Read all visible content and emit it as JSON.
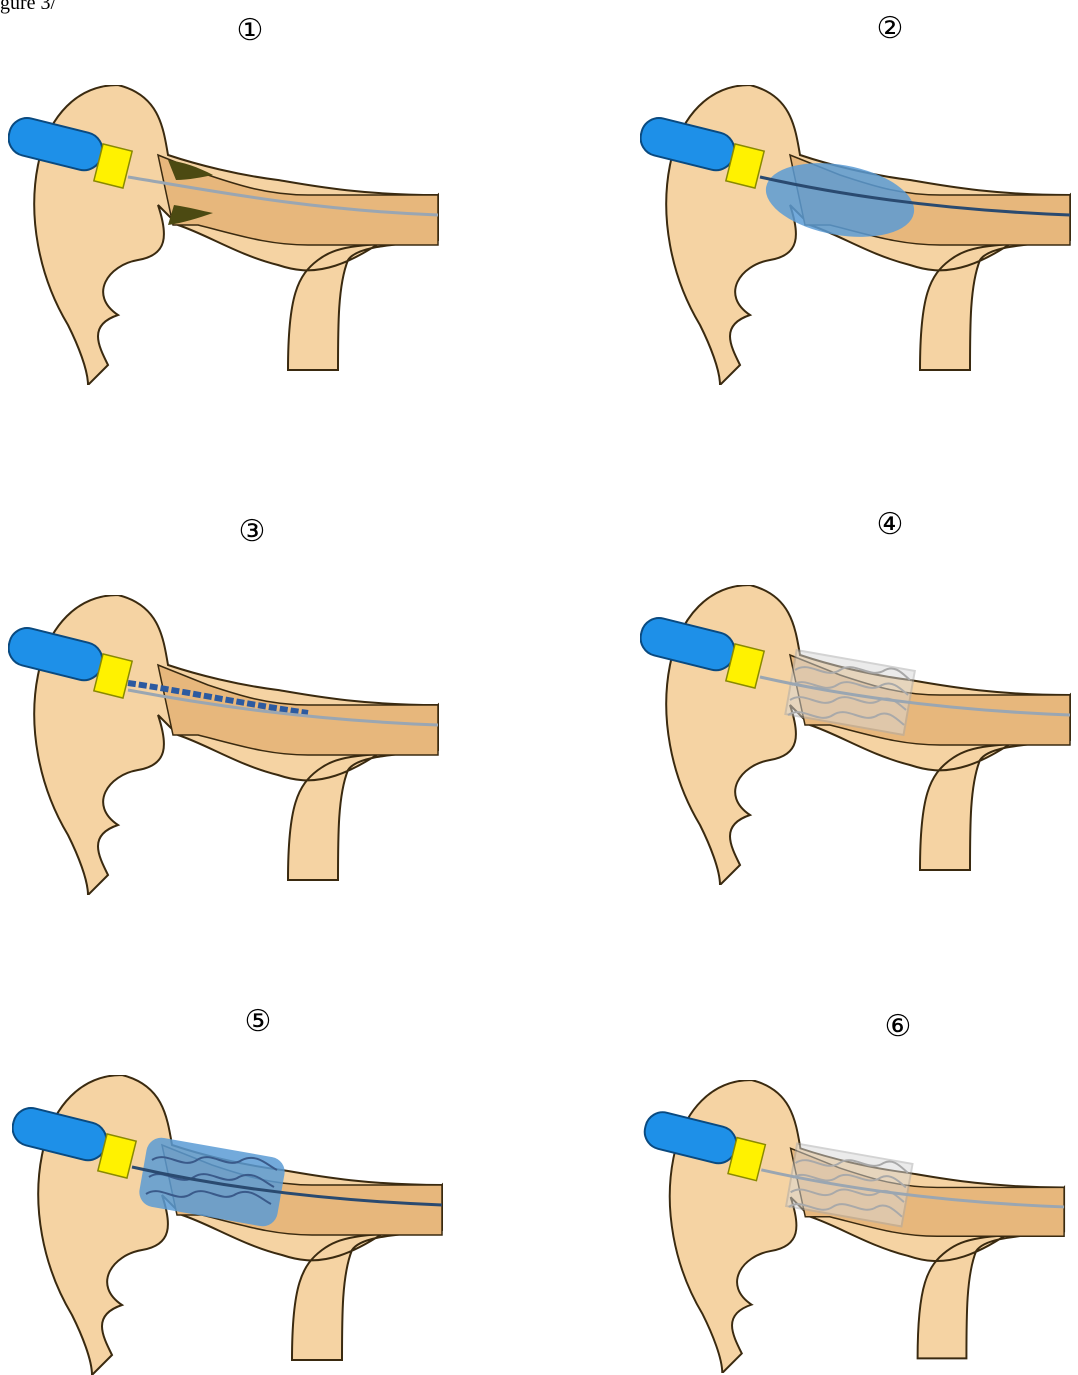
{
  "figure_label": "gure 3/",
  "colors": {
    "tissue": "#f5d3a3",
    "tissue_outline": "#3a2a10",
    "vessel": "#e7b77c",
    "catheter": "#1e90e8",
    "catheter_tip": "#fff200",
    "balloon": "#5b9bd5",
    "plaque": "#4c4a12",
    "stent": "#c9c9c9"
  },
  "steps": [
    {
      "label": "①",
      "state": "stenosis",
      "icon": "stenosis-guidewire"
    },
    {
      "label": "②",
      "state": "balloon-inflated",
      "icon": "balloon-dilation"
    },
    {
      "label": "③",
      "state": "stent-crossing",
      "icon": "stent-delivery"
    },
    {
      "label": "④",
      "state": "stent-deployed",
      "icon": "stent-expanded"
    },
    {
      "label": "⑤",
      "state": "post-dilation",
      "icon": "balloon-in-stent"
    },
    {
      "label": "⑥",
      "state": "final",
      "icon": "stent-final"
    }
  ]
}
